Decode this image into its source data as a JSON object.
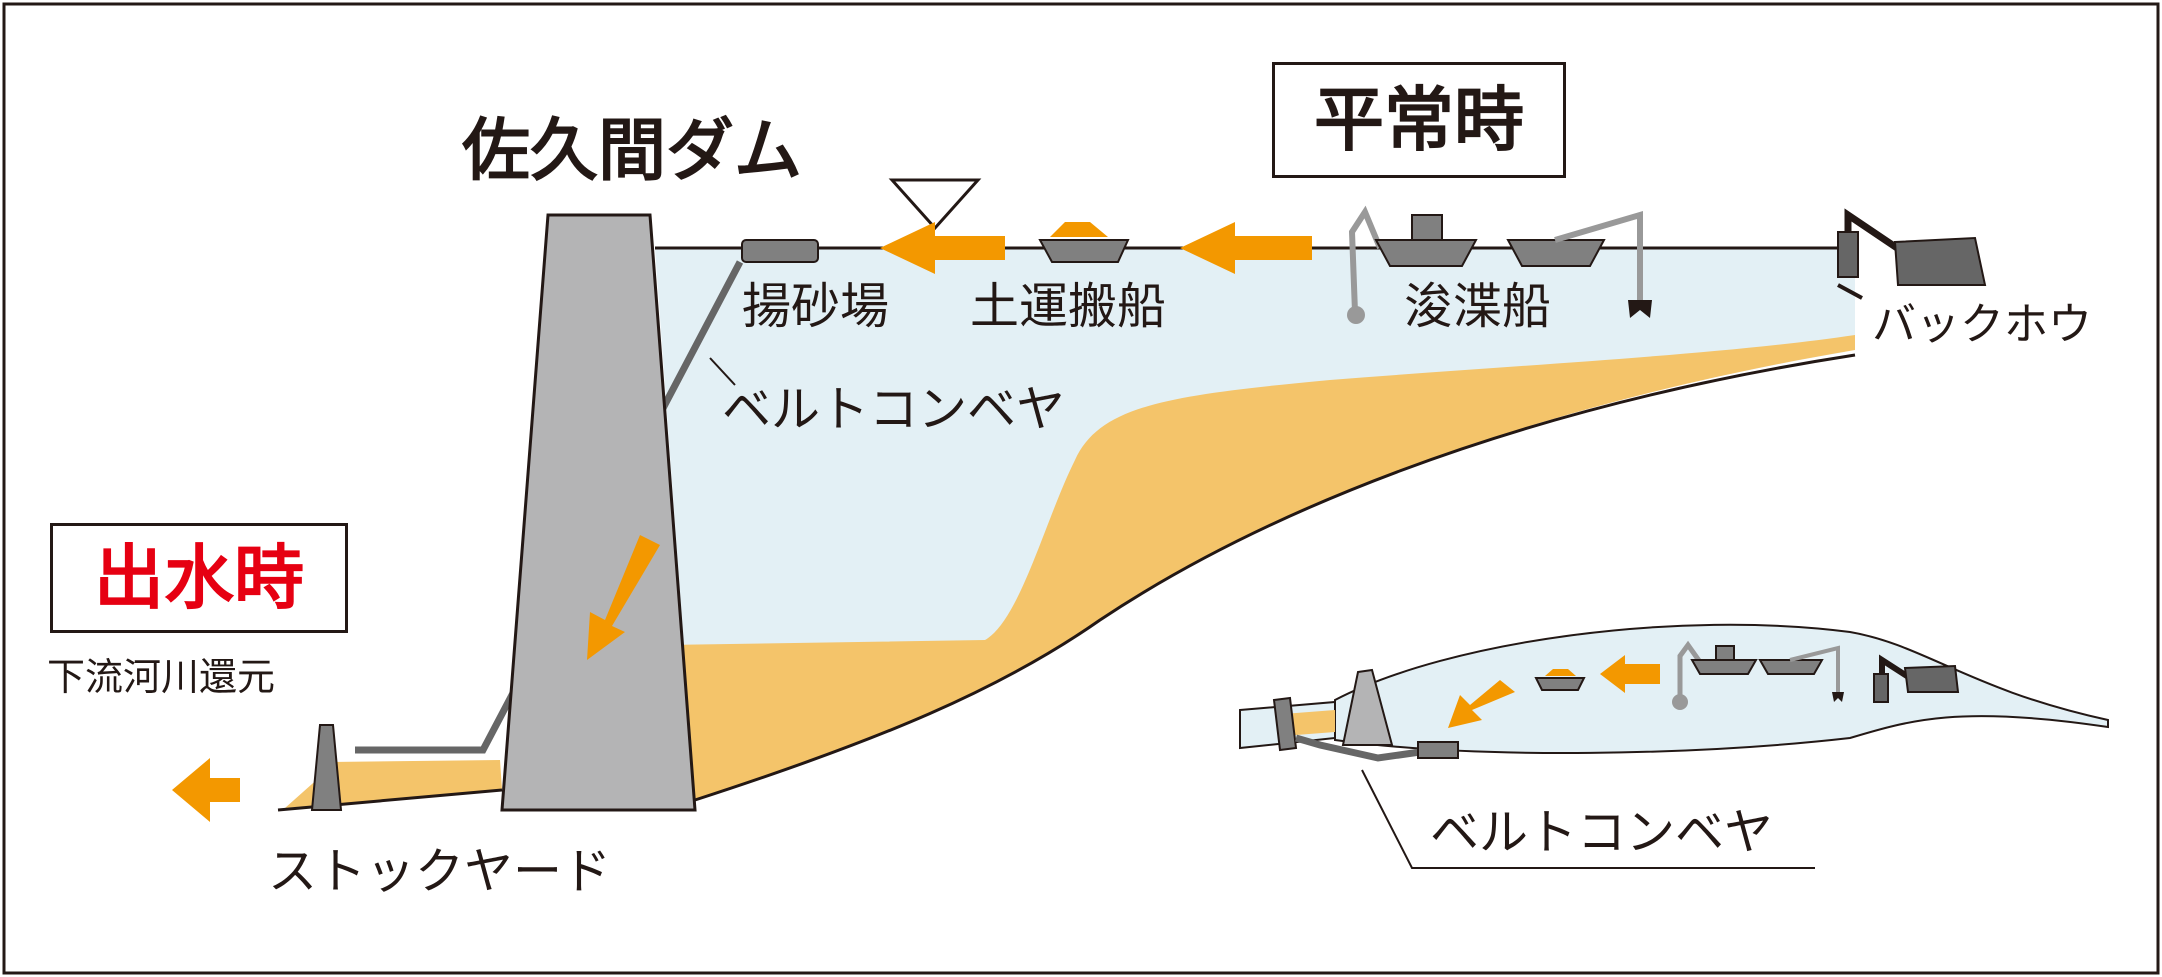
{
  "labels": {
    "dam": "佐久間ダム",
    "normal_time": "平常時",
    "flood_time": "出水時",
    "sand_yard": "揚砂場",
    "transport_ship": "土運搬船",
    "dredger": "浚渫船",
    "backhoe": "バックホウ",
    "conveyor_main": "ベルトコンベヤ",
    "downstream_return": "下流河川還元",
    "stock_yard": "ストックヤード",
    "conveyor_inset": "ベルトコンベヤ"
  },
  "colors": {
    "water": "#e3f0f5",
    "sediment": "#f4c46a",
    "arrow": "#f39800",
    "equipment": "#808080",
    "dam": "#b4b4b5",
    "line": "#231815",
    "flood_text": "#e60012"
  }
}
